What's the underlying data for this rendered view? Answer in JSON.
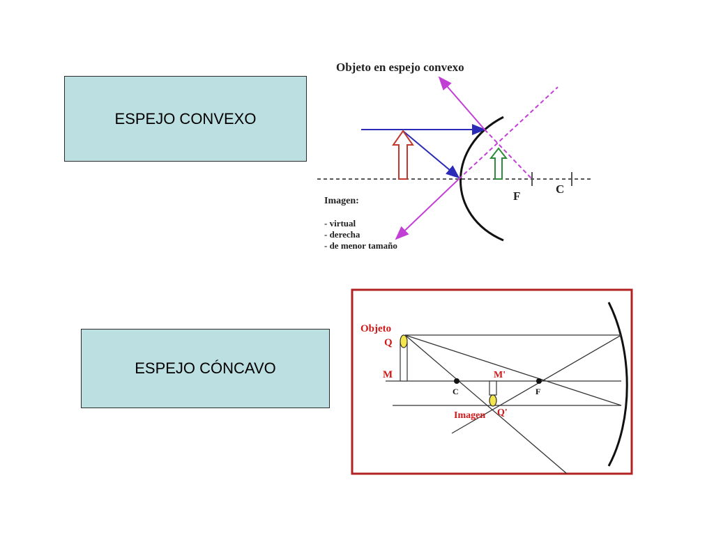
{
  "slide": {
    "convex_label": "ESPEJO CONVEXO",
    "concave_label": "ESPEJO CÓNCAVO"
  },
  "convex_diagram": {
    "title": "Objeto en espejo convexo",
    "focus_label": "F",
    "center_label": "C",
    "image_heading": "Imagen:",
    "image_properties": [
      "- virtual",
      "- derecha",
      "- de menor tamaño"
    ]
  },
  "concave_diagram": {
    "object_label": "Objeto",
    "q_label": "Q",
    "m_label": "M",
    "m_prime_label": "M'",
    "c_label": "C",
    "f_label": "F",
    "image_label": "Imagen",
    "q_prime_label": "Q'"
  },
  "colors": {
    "ray_blue": "#2b2bb8",
    "ray_magenta": "#c23fd6",
    "object_red": "#c0392b",
    "image_green": "#2e8b3a",
    "frame_red": "#b22222",
    "label_red": "#d01818",
    "box_fill": "#bcdfe2"
  }
}
